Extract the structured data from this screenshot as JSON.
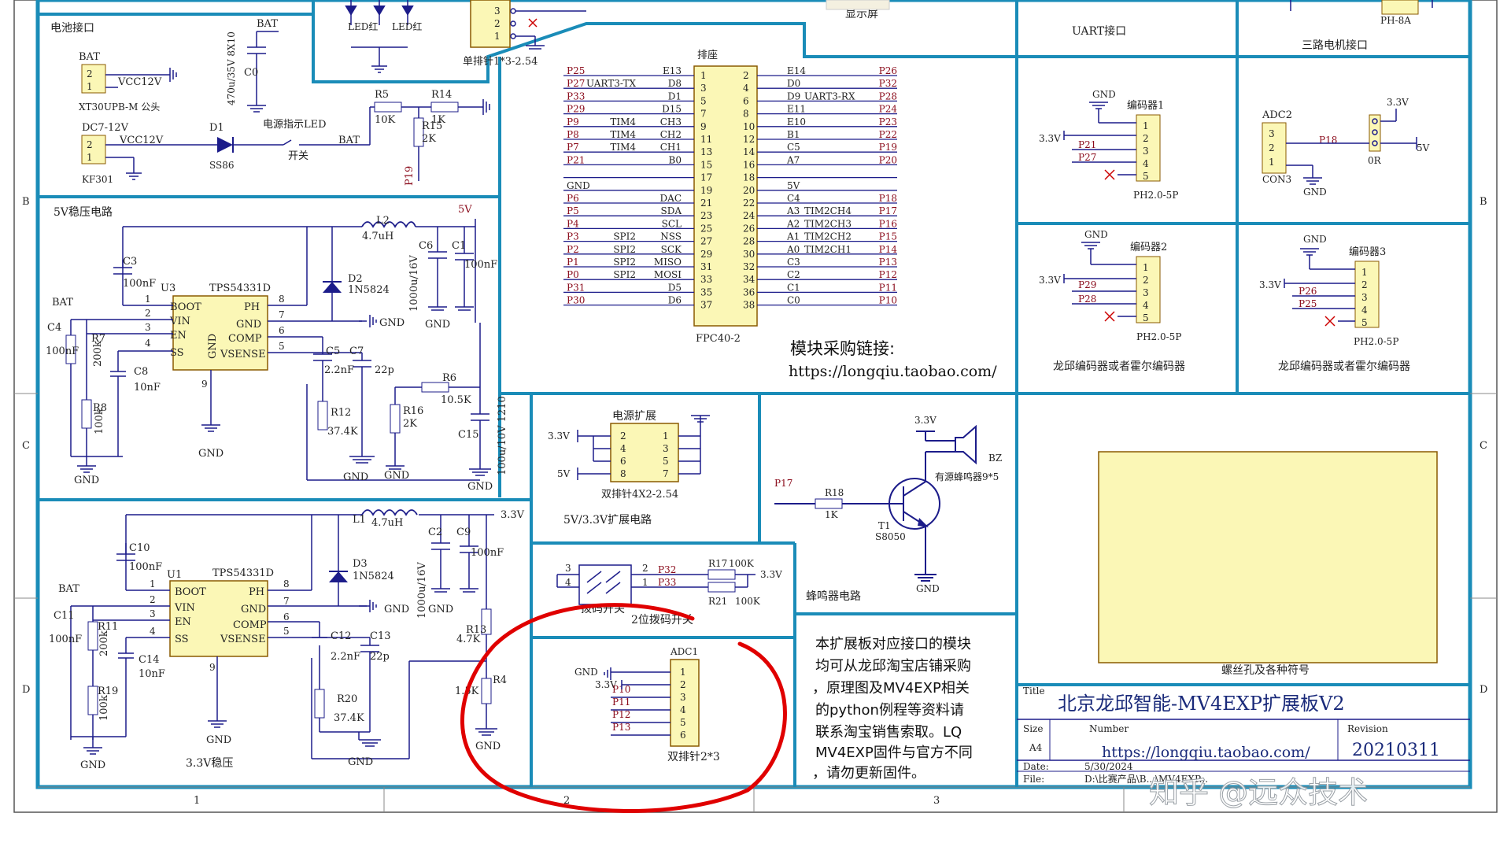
{
  "colors": {
    "border": "#1a8cb8",
    "wire": "#1c1c8a",
    "text": "#1c1c1c",
    "net": "#8a0a1a",
    "fill": "#fbf7b6",
    "ink": "#e00000"
  },
  "grid": {
    "cols": [
      "1",
      "2",
      "3"
    ],
    "rows": [
      "B",
      "C",
      "D"
    ]
  },
  "sections": {
    "battery": "电池接口",
    "v5": "5V稳压电路",
    "v33": "3.3V稳压",
    "power_ext": "电源扩展",
    "power_ext_sub": "5V/3.3V扩展电路",
    "dip": "拨码开关",
    "dip_sub": "2位拨码开关",
    "buzzer": "蜂鸣器电路",
    "uart": "UART接口",
    "motor": "三路电机接口",
    "display": "显示屏",
    "single_header": "单排针1*3-2.54",
    "enc1": "编码器1",
    "enc2": "编码器2",
    "enc3": "编码器3",
    "enc_note": "龙邱编码器或者霍尔编码器",
    "mount": "螺丝孔及各种符号",
    "adc_header": "双排针2*3",
    "power_header": "双排针4X2-2.54",
    "led_red": "LED红",
    "pha": "PH-8A"
  },
  "battery": {
    "bat": "BAT",
    "vcc": "VCC12V",
    "conn": "XT30UPB-M 公头",
    "dc": "DC7-12V",
    "kf": "KF301",
    "d1": "D1",
    "ss86": "SS86",
    "sw": "开关",
    "led": "电源指示LED",
    "r5": "R5",
    "r5v": "10K",
    "r14": "R14",
    "r14v": "1K",
    "r15": "R15",
    "r15v": "2K",
    "p19": "P19",
    "c0": "C0",
    "c0v": "470u/35V 8X10"
  },
  "reg5": {
    "u": "U3",
    "chip": "TPS54331D",
    "pins": [
      "BOOT",
      "VIN",
      "EN",
      "SS",
      "PH",
      "GND",
      "COMP",
      "VSENSE",
      "GND"
    ],
    "l": "L2",
    "lv": "4.7uH",
    "d": "D2",
    "dv": "1N5824",
    "c3": "C3",
    "c3v": "100nF",
    "c4": "C4",
    "c4v": "100nF",
    "r7": "R7",
    "r7v": "200k",
    "r8": "R8",
    "r8v": "100k",
    "c8": "C8",
    "c8v": "10nF",
    "c5": "C5",
    "c5v": "2.2nF",
    "c7": "C7",
    "c7v": "22p",
    "r12": "R12",
    "r12v": "37.4K",
    "r16": "R16",
    "r16v": "2K",
    "r6": "R6",
    "r6v": "10.5K",
    "c15": "C15",
    "c15v": "100u/10V 1210",
    "c6": "C6",
    "c1": "C1",
    "c1v": "100nF",
    "c6v": "1000u/16V",
    "out": "5V",
    "gnd": "GND"
  },
  "reg33": {
    "u": "U1",
    "chip": "TPS54331D",
    "l": "L1",
    "lv": "4.7uH",
    "d": "D3",
    "dv": "1N5824",
    "c10": "C10",
    "c10v": "100nF",
    "c11": "C11",
    "c11v": "100nF",
    "r11": "R11",
    "r11v": "200k",
    "r19": "R19",
    "r19v": "100k",
    "c14": "C14",
    "c14v": "10nF",
    "c12": "C12",
    "c12v": "2.2nF",
    "c13": "C13",
    "c13v": "22p",
    "r20": "R20",
    "r20v": "37.4K",
    "r13": "R13",
    "r13v": "4.7K",
    "r4": "R4",
    "r4v": "1.5K",
    "c2": "C2",
    "c9": "C9",
    "c9v": "100nF",
    "c2v": "1000u/16V",
    "out": "3.3V",
    "gnd": "GND"
  },
  "fpc": {
    "title": "排座",
    "part": "FPC40-2",
    "left": [
      [
        "P25",
        "",
        "E13"
      ],
      [
        "P27",
        "UART3-TX",
        "D8"
      ],
      [
        "P33",
        "",
        "D1"
      ],
      [
        "P29",
        "",
        "D15"
      ],
      [
        "P9",
        "TIM4",
        "CH3"
      ],
      [
        "P8",
        "TIM4",
        "CH2"
      ],
      [
        "P7",
        "TIM4",
        "CH1"
      ],
      [
        "P21",
        "",
        "B0"
      ],
      [
        "",
        "",
        ""
      ],
      [
        "GND",
        "",
        ""
      ],
      [
        "P6",
        "",
        "DAC"
      ],
      [
        "P5",
        "",
        "SDA"
      ],
      [
        "P4",
        "",
        "SCL"
      ],
      [
        "P3",
        "SPI2",
        "NSS"
      ],
      [
        "P2",
        "SPI2",
        "SCK"
      ],
      [
        "P1",
        "SPI2",
        "MISO"
      ],
      [
        "P0",
        "SPI2",
        "MOSI"
      ],
      [
        "P31",
        "",
        "D5"
      ],
      [
        "P30",
        "",
        "D6"
      ]
    ],
    "right": [
      [
        "E14",
        "",
        "P26"
      ],
      [
        "D0",
        "",
        "P32"
      ],
      [
        "D9",
        "UART3-RX",
        "P28"
      ],
      [
        "E11",
        "",
        "P24"
      ],
      [
        "E10",
        "",
        "P23"
      ],
      [
        "B1",
        "",
        "P22"
      ],
      [
        "C5",
        "",
        "P19"
      ],
      [
        "A7",
        "",
        "P20"
      ],
      [
        "",
        "",
        ""
      ],
      [
        "5V",
        "",
        ""
      ],
      [
        "C4",
        "",
        "P18"
      ],
      [
        "A3",
        "TIM2CH4",
        "P17"
      ],
      [
        "A2",
        "TIM2CH3",
        "P16"
      ],
      [
        "A1",
        "TIM2CH2",
        "P15"
      ],
      [
        "A0",
        "TIM2CH1",
        "P14"
      ],
      [
        "C3",
        "",
        "P13"
      ],
      [
        "C2",
        "",
        "P12"
      ],
      [
        "C1",
        "",
        "P11"
      ],
      [
        "C0",
        "",
        "P10"
      ]
    ],
    "buy": "模块采购链接:",
    "url": "https://longqiu.taobao.com/"
  },
  "encoders": {
    "gnd": "GND",
    "v33": "3.3V",
    "e1": [
      "P21",
      "P27"
    ],
    "e2": [
      "P29",
      "P28"
    ],
    "e3": [
      "P26",
      "P25"
    ],
    "part": "PH2.0-5P",
    "adc2": "ADC2",
    "con3": "CON3",
    "p18": "P18",
    "or": "0R",
    "v5": "5V"
  },
  "buzzer": {
    "v33": "3.3V",
    "bz": "BZ",
    "bzv": "有源蜂鸣器9*5",
    "p17": "P17",
    "r18": "R18",
    "r18v": "1K",
    "t1": "T1",
    "t1v": "S8050",
    "gnd": "GND"
  },
  "dipsw": {
    "p32": "P32",
    "p33": "P33",
    "r17": "R17",
    "r17v": "100K",
    "r21": "R21",
    "r21v": "100K",
    "v33": "3.3V"
  },
  "adc1": {
    "name": "ADC1",
    "gnd": "GND",
    "v33": "3.3V",
    "pins": [
      "P10",
      "P11",
      "P12",
      "P13"
    ]
  },
  "pext": {
    "v33": "3.3V",
    "v5": "5V"
  },
  "note": [
    "本扩展板对应接口的模块",
    "均可从龙邱淘宝店铺采购",
    "，原理图及MV4EXP相关",
    "的python例程等资料请",
    "联系淘宝销售索取。LQ",
    "MV4EXP固件与官方不同",
    "，请勿更新固件。"
  ],
  "titleblock": {
    "title_label": "Title",
    "title": "北京龙邱智能-MV4EXP扩展板V2",
    "size_label": "Size",
    "size": "A4",
    "number_label": "Number",
    "number": "https://longqiu.taobao.com/",
    "rev_label": "Revision",
    "rev": "20210311",
    "date_label": "Date:",
    "date": "5/30/2024",
    "file_label": "File:",
    "file": "D:\\比赛产品\\B...\\MV4EXP..."
  },
  "watermark": "知乎 @远众技术"
}
